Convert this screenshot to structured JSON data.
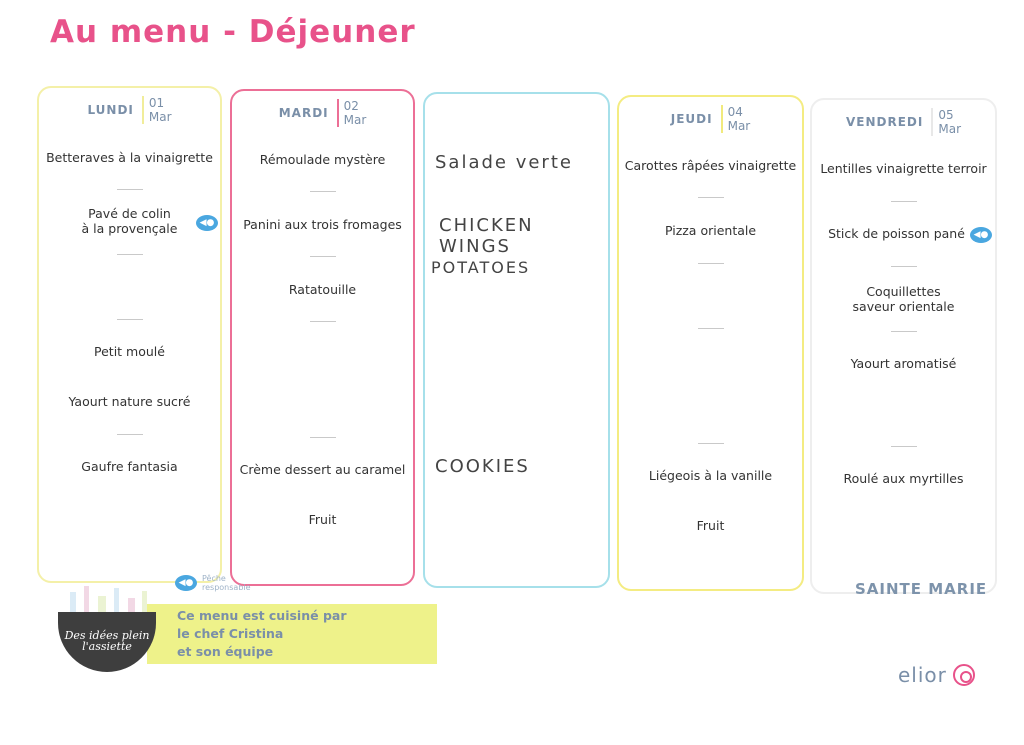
{
  "title": "Au menu - Déjeuner",
  "days": [
    {
      "name": "LUNDI",
      "num": "01",
      "month": "Mar",
      "items": [
        "Betteraves à la vinaigrette",
        "Pavé de colin\nà la provençale",
        "Petit moulé",
        "Yaourt nature sucré",
        "Gaufre fantasia"
      ]
    },
    {
      "name": "MARDI",
      "num": "02",
      "month": "Mar",
      "items": [
        "Rémoulade mystère",
        "Panini aux trois fromages",
        "Ratatouille",
        "Crème dessert au caramel",
        "Fruit"
      ]
    },
    {
      "name": "",
      "num": "",
      "month": "",
      "items": [
        "Salade verte",
        "CHICKEN WINGS",
        "POTATOES",
        "COOKIES"
      ]
    },
    {
      "name": "JEUDI",
      "num": "04",
      "month": "Mar",
      "items": [
        "Carottes râpées vinaigrette",
        "Pizza orientale",
        "Liégeois à la vanille",
        "Fruit"
      ]
    },
    {
      "name": "VENDREDI",
      "num": "05",
      "month": "Mar",
      "items": [
        "Lentilles vinaigrette terroir",
        "Stick de poisson pané",
        "Coquillettes\nsaveur orientale",
        "Yaourt aromatisé",
        "Roulé aux myrtilles"
      ]
    }
  ],
  "peche_label": "Pêche responsable",
  "school": "SAINTE MARIE",
  "banner_lines": [
    "Ce menu est cuisiné par",
    "le chef Cristina",
    "et son équipe"
  ],
  "logo_text": "Des idées plein l'assiette",
  "brand": "elior",
  "colors": {
    "title": "#e8528a",
    "lundi": "#f4f0a8",
    "mardi": "#ec6f96",
    "mercredi": "#a6e0ea",
    "jeudi": "#f4ec82",
    "vendredi": "#eeeeee"
  }
}
